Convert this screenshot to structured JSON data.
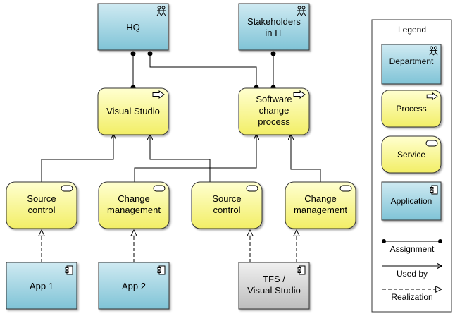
{
  "colors": {
    "department_top": "#cfeaf2",
    "department_bottom": "#7fc3d6",
    "process_top": "#ffffd0",
    "process_bottom": "#f2ee66",
    "tech_top": "#f0f0f0",
    "tech_bottom": "#bdbdbd",
    "stroke": "#333333",
    "line": "#000000"
  },
  "nodes": {
    "hq": {
      "label": "HQ",
      "icon": "actor-icon"
    },
    "stakeholders": {
      "label_line1": "Stakeholders",
      "label_line2": "in IT",
      "icon": "actor-icon"
    },
    "visual_studio": {
      "label": "Visual Studio",
      "icon": "process-arrow-icon"
    },
    "software_change_process": {
      "label_line1": "Software",
      "label_line2": "change",
      "label_line3": "process",
      "icon": "process-arrow-icon"
    },
    "source_control_1": {
      "label_line1": "Source",
      "label_line2": "control",
      "icon": "service-icon"
    },
    "change_management_1": {
      "label_line1": "Change",
      "label_line2": "management",
      "icon": "service-icon"
    },
    "source_control_2": {
      "label_line1": "Source",
      "label_line2": "control",
      "icon": "service-icon"
    },
    "change_management_2": {
      "label_line1": "Change",
      "label_line2": "management",
      "icon": "service-icon"
    },
    "app1": {
      "label": "App 1",
      "icon": "component-icon"
    },
    "app2": {
      "label": "App 2",
      "icon": "component-icon"
    },
    "tfs": {
      "label_line1": "TFS /",
      "label_line2": "Visual Studio",
      "icon": "component-icon"
    }
  },
  "legend": {
    "title": "Legend",
    "department": "Department",
    "process": "Process",
    "service": "Service",
    "application": "Application",
    "assignment": "Assignment",
    "used_by": "Used by",
    "realization": "Realization"
  }
}
